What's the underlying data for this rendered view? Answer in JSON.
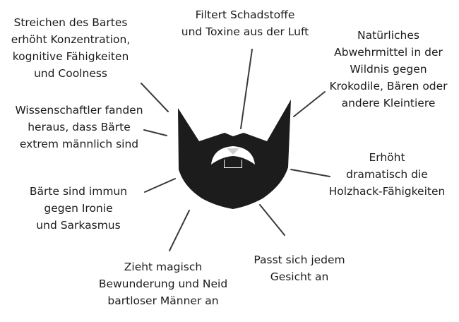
{
  "diagram": {
    "center_icon": "beard-icon",
    "colors": {
      "beard": "#1c1c1c",
      "lines": "#3a3a3a",
      "text": "#1c1c1c",
      "tooth": "#cfcfcf"
    },
    "labels": {
      "comb": "Streichen des Bartes\nerhöht Konzentration,\nkognitive Fähigkeiten\nund Coolness",
      "filter": "Filtert Schadstoffe\nund Toxine aus der Luft",
      "defense": "Natürliches\nAbwehrmittel in der\nWildnis gegen\nKrokodile, Bären oder\nandere Kleintiere",
      "science": "Wissenschaftler fanden\nheraus, dass Bärte\nextrem männlich sind",
      "woodcutting": "Erhöht\ndramatisch die\nHolzhack-Fähigkeiten",
      "irony": "Bärte sind immun\ngegen Ironie\nund Sarkasmus",
      "face": "Passt sich jedem\nGesicht an",
      "magic": "Zieht magisch\nBewunderung und Neid\nbartloser Männer an"
    }
  }
}
